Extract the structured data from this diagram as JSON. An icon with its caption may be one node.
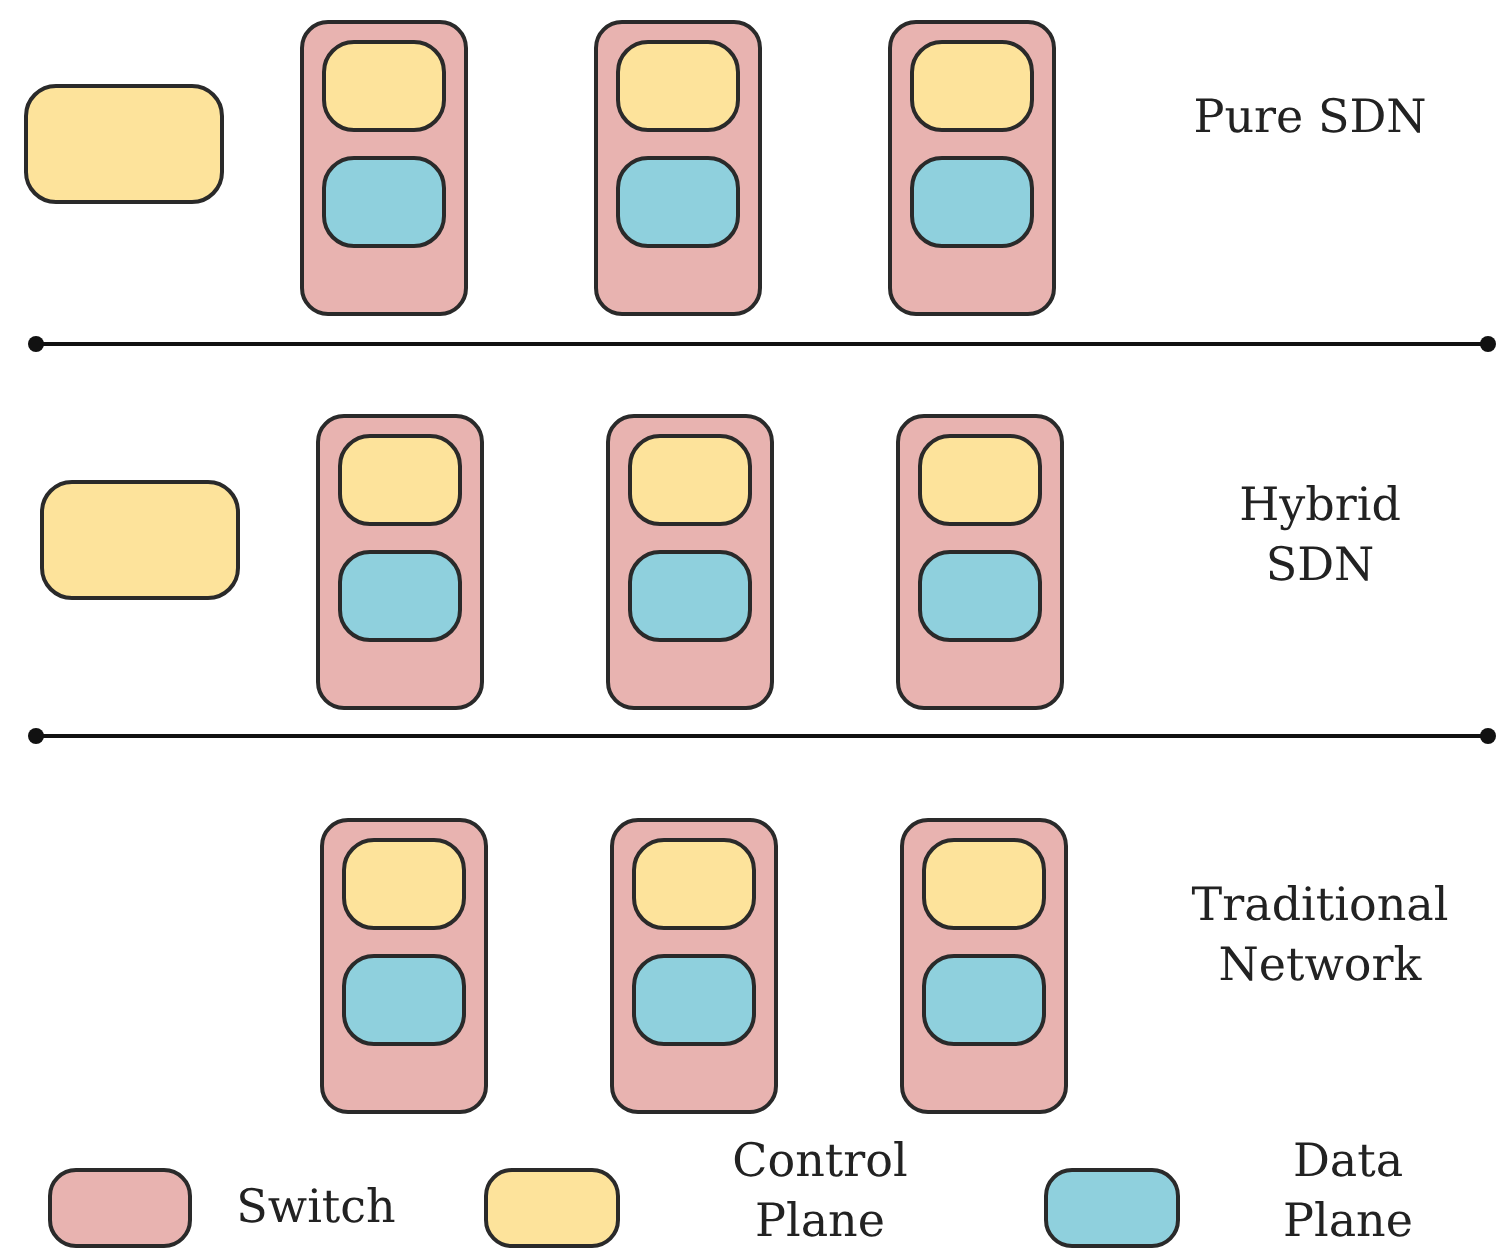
{
  "diagram": {
    "nodes": [
      {
        "text": [],
        "shape": "box"
      },
      {
        "text": [],
        "shape": "box"
      },
      {
        "text": [],
        "shape": "box",
        "in": 1
      },
      {
        "text": [],
        "shape": "box",
        "in": 1
      },
      {
        "text": [],
        "shape": "box"
      },
      {
        "text": [],
        "shape": "box",
        "in": 4
      },
      {
        "text": [],
        "shape": "box",
        "in": 4
      },
      {
        "text": [],
        "shape": "box"
      },
      {
        "text": [],
        "shape": "box",
        "in": 7
      },
      {
        "text": [],
        "shape": "box",
        "in": 7
      },
      {
        "text": [],
        "shape": "box"
      },
      {
        "text": [],
        "shape": "box"
      },
      {
        "text": [],
        "shape": "box",
        "in": 11
      },
      {
        "text": [],
        "shape": "box",
        "in": 11
      },
      {
        "text": [],
        "shape": "box"
      },
      {
        "text": [],
        "shape": "box",
        "in": 14
      },
      {
        "text": [],
        "shape": "box",
        "in": 14
      },
      {
        "text": [],
        "shape": "box"
      },
      {
        "text": [],
        "shape": "box",
        "in": 17
      },
      {
        "text": [],
        "shape": "box",
        "in": 17
      },
      {
        "text": [],
        "shape": "box"
      },
      {
        "text": [],
        "shape": "box",
        "in": 20
      },
      {
        "text": [],
        "shape": "box",
        "in": 20
      },
      {
        "text": [],
        "shape": "box"
      },
      {
        "text": [],
        "shape": "box",
        "in": 23
      },
      {
        "text": [],
        "shape": "box",
        "in": 23
      },
      {
        "text": [],
        "shape": "box"
      },
      {
        "text": [],
        "shape": "box",
        "in": 26
      },
      {
        "text": [],
        "shape": "box",
        "in": 26
      }
    ],
    "edges": [],
    "labels": [
      "Pure SDN",
      "Hybrid SDN",
      "Traditional Network"
    ],
    "legend": [
      {
        "text": "Switch",
        "color": "#e8b3b0"
      },
      {
        "text": "Control Plane",
        "color": "#fde39b"
      },
      {
        "text": "Data Plane",
        "color": "#8fd0dd"
      }
    ]
  }
}
